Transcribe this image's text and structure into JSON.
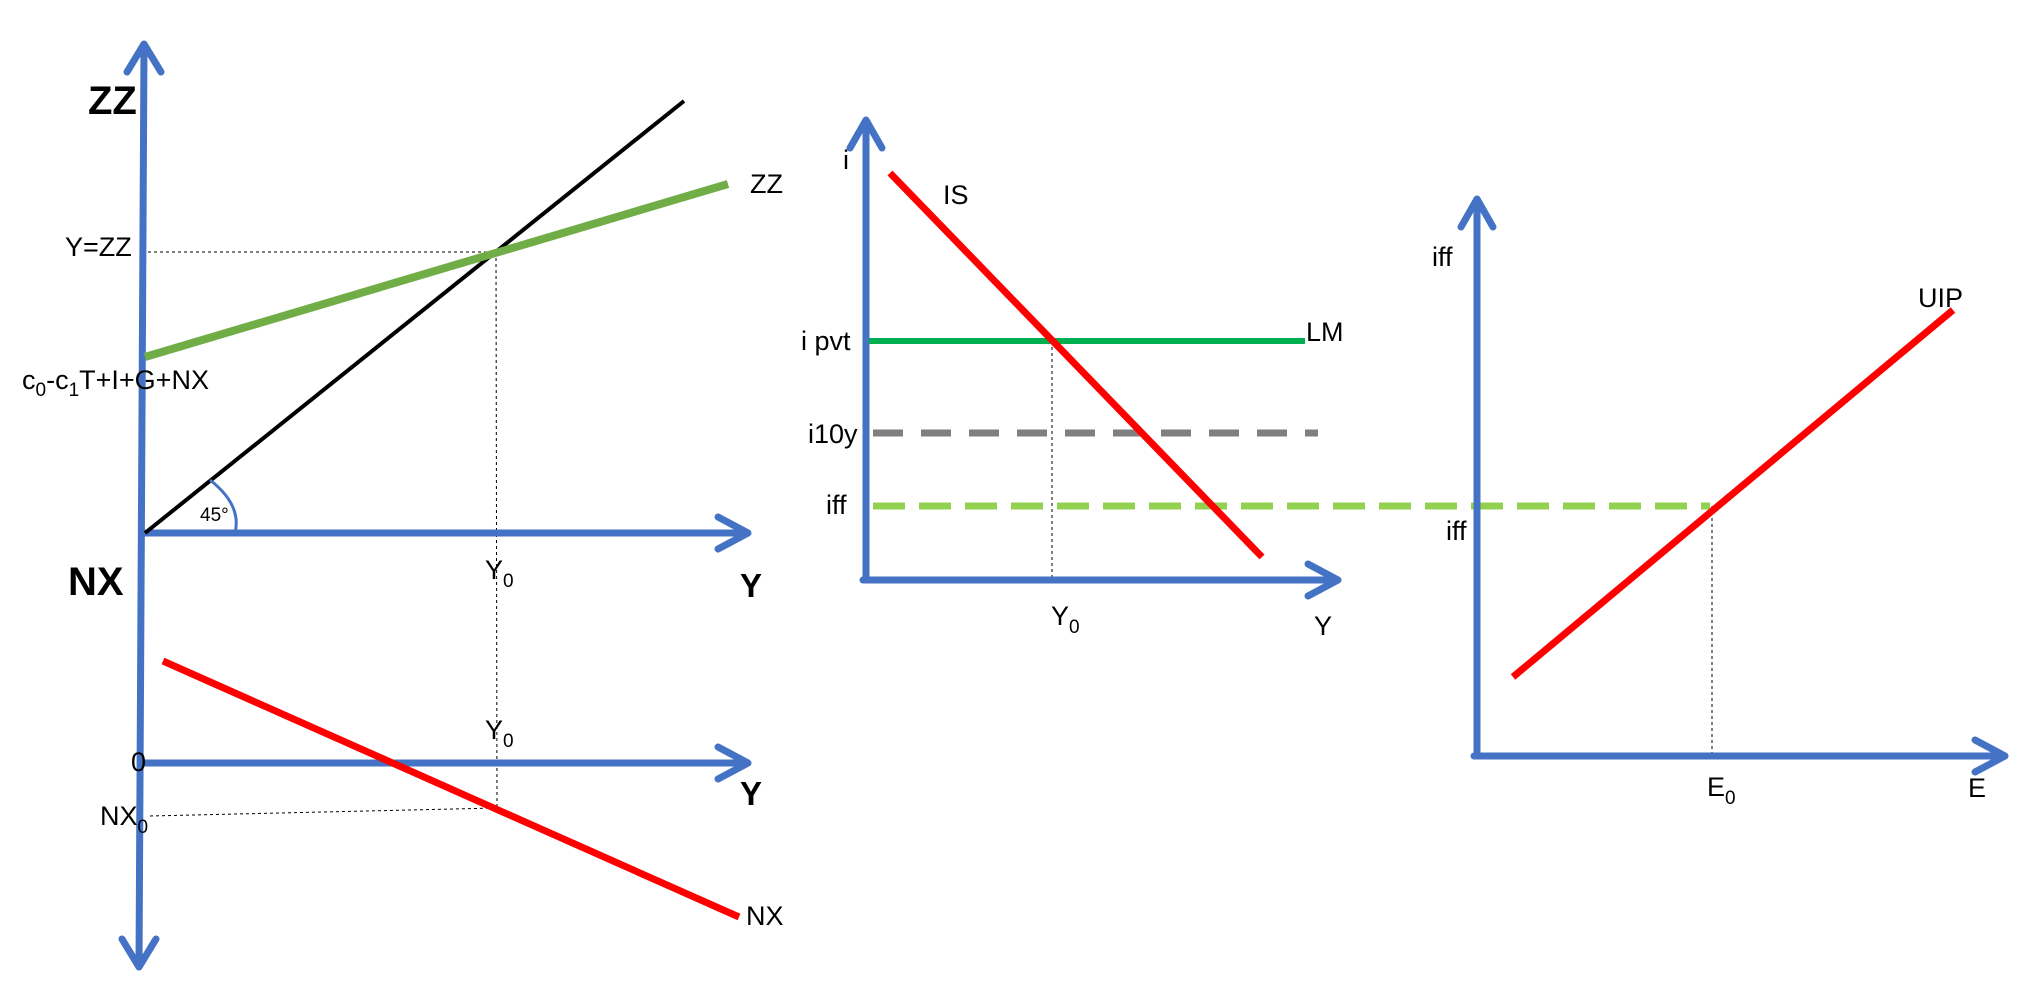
{
  "colors": {
    "axis": "#4472C4",
    "zz_line": "#70AD47",
    "line_45": "#000000",
    "nx_line": "#FF0000",
    "is_line": "#FF0000",
    "lm_line": "#00B050",
    "i10y_line": "#7F7F7F",
    "iff_line": "#92D050",
    "uip_line": "#FF0000"
  },
  "left_panel": {
    "zz_axis_label": "ZZ",
    "nx_axis_label": "NX",
    "y_axis_label_top": "Y",
    "y_axis_label_bottom": "Y",
    "zz_curve_label": "ZZ",
    "equilibrium_label": "Y=ZZ",
    "intercept_label": {
      "c": "c",
      "sub0": "0",
      "mid": "-c",
      "sub1": "1",
      "rest": "T+I+G+NX"
    },
    "angle_label": "45°",
    "y0_top": {
      "base": "Y",
      "sub": "0"
    },
    "y0_bottom": {
      "base": "Y",
      "sub": "0"
    },
    "zero_label": "0",
    "nx0_label": {
      "base": "NX",
      "sub": "0"
    },
    "nx_curve_label": "NX"
  },
  "middle_panel": {
    "i_axis_label": "i",
    "y_axis_label": "Y",
    "is_label": "IS",
    "lm_label": "LM",
    "i_pvt_label": "i pvt",
    "i10y_label": "i10y",
    "iff_label": "iff",
    "y0_label": {
      "base": "Y",
      "sub": "0"
    }
  },
  "right_panel": {
    "iff_axis_label": "iff",
    "iff_level_label": "iff",
    "uip_label": "UIP",
    "e_axis_label": "E",
    "e0_label": {
      "base": "E",
      "sub": "0"
    }
  }
}
